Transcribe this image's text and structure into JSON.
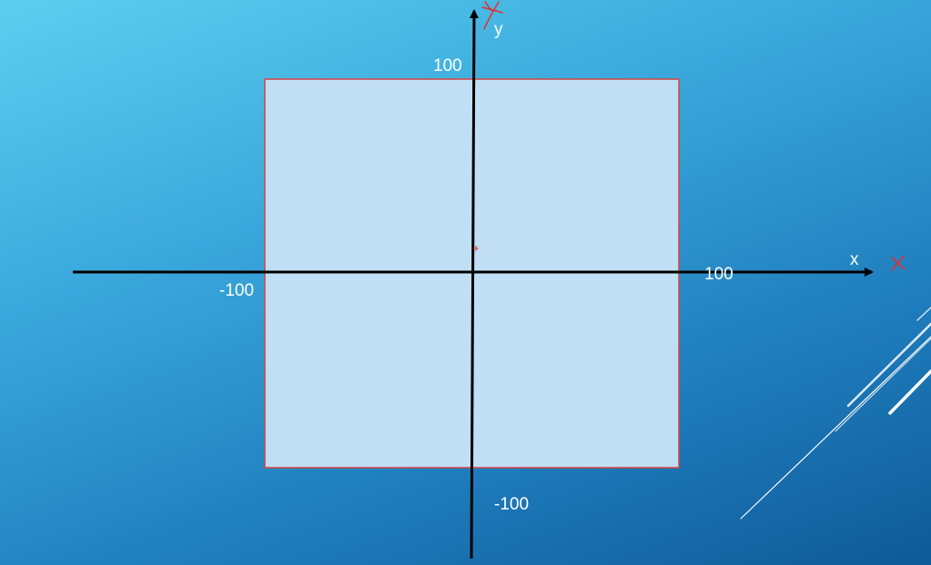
{
  "diagram": {
    "square": {
      "x_range": [
        -100,
        100
      ],
      "y_range": [
        -100,
        100
      ]
    },
    "labels": {
      "y_axis": "y",
      "x_axis": "x",
      "y_top": "100",
      "y_bottom": "-100",
      "x_right": "100",
      "x_left": "-100"
    },
    "colors": {
      "square_fill": "#c0dff4",
      "square_border": "#d9433f",
      "axis": "#000000",
      "annotation": "#e0302e"
    }
  }
}
